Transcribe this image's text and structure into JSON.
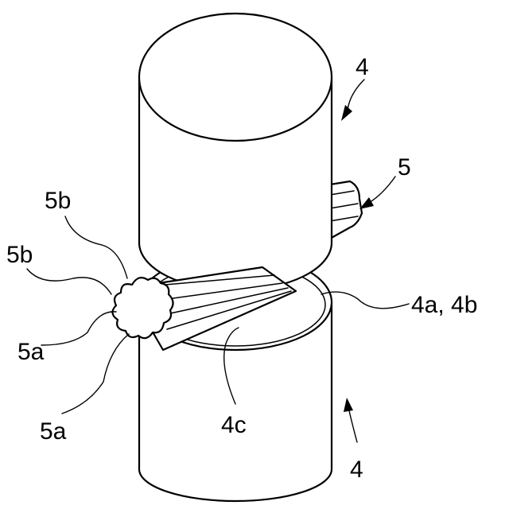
{
  "labels": {
    "roller_upper": "4",
    "roller_lower": "4",
    "electrode": "5",
    "groove_upper": "5b",
    "groove_lower": "5b",
    "ridge_upper": "5a",
    "ridge_lower": "5a",
    "end_face": "4a, 4b",
    "center": "4c"
  },
  "colors": {
    "line": "#000000",
    "background": "#ffffff"
  }
}
